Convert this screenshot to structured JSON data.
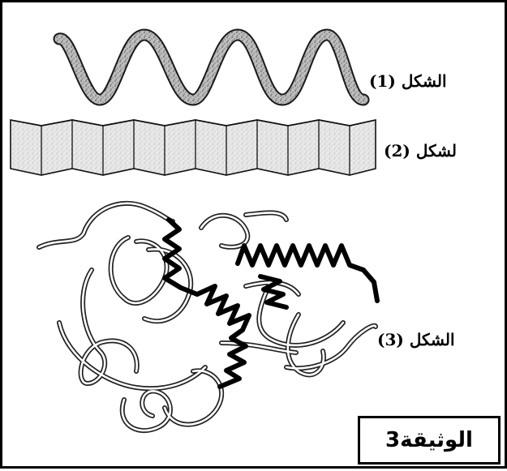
{
  "figure": {
    "shape1_label": "الشكل (1)",
    "shape2_label": "لشكل (2)",
    "shape3_label": "الشكل (3)",
    "document_title": "الوثيقة3"
  },
  "icons": [
    "alpha-helix-icon",
    "beta-sheet-icon",
    "tertiary-protein-icon"
  ]
}
